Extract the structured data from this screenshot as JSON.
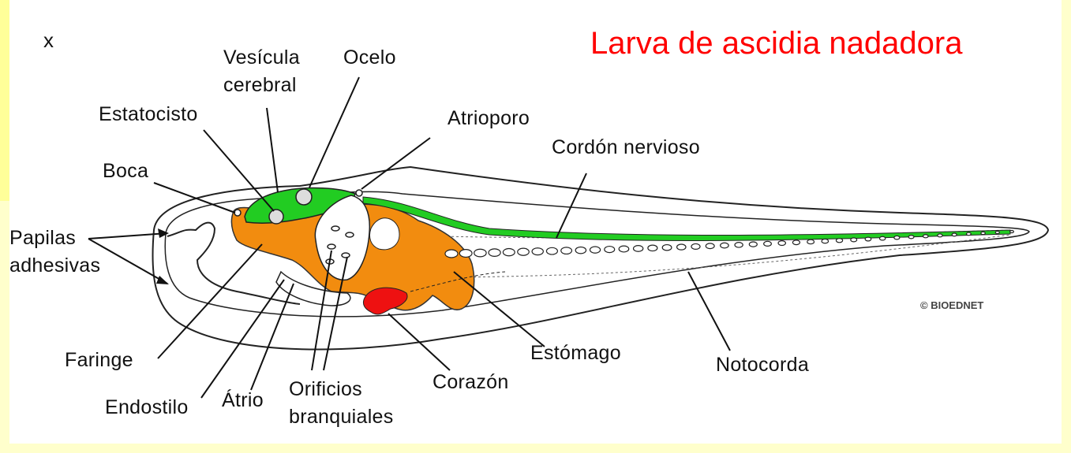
{
  "slide": {
    "marker": "x",
    "title": "Larva de ascidia nadadora",
    "copyright": "© BIOEDNET"
  },
  "labels": {
    "vesicula_line1": "Vesícula",
    "vesicula_line2": "cerebral",
    "ocelo": "Ocelo",
    "estatocisto": "Estatocisto",
    "atrioporo": "Atrioporo",
    "cordon": "Cordón nervioso",
    "boca": "Boca",
    "papilas_line1": "Papilas",
    "papilas_line2": "adhesivas",
    "faringe": "Faringe",
    "endostilo": "Endostilo",
    "atrio": "Átrio",
    "orificios_line1": "Orificios",
    "orificios_line2": "branquiales",
    "corazon": "Corazón",
    "estomago": "Estómago",
    "notocorda": "Notocorda"
  },
  "colors": {
    "nerve": "#22cc22",
    "gut": "#f28c0f",
    "heart": "#ee1111",
    "title": "#ff0000",
    "background": "#ffffcc"
  }
}
